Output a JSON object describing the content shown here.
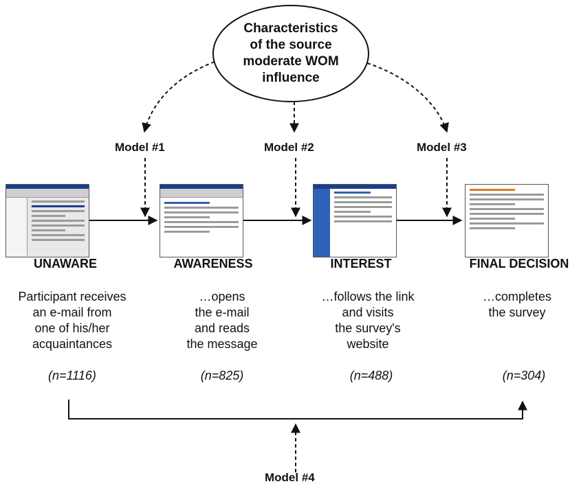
{
  "source_box": {
    "lines": [
      "Characteristics",
      "of the source",
      "moderate WOM",
      "influence"
    ]
  },
  "models": {
    "m1": "Model #1",
    "m2": "Model #2",
    "m3": "Model #3",
    "m4": "Model #4"
  },
  "stages": [
    {
      "name": "UNAWARE",
      "desc": [
        "Participant receives",
        "an e-mail from",
        "one of his/her",
        "acquaintances"
      ],
      "n": "(n=1116)",
      "screenshot": "email-inbox-screenshot"
    },
    {
      "name": "AWARENESS",
      "desc": [
        "…opens",
        "the e-mail",
        "and reads",
        "the message"
      ],
      "n": "(n=825)",
      "screenshot": "email-message-screenshot"
    },
    {
      "name": "INTEREST",
      "desc": [
        "…follows the link",
        "and visits",
        "the survey's",
        "website"
      ],
      "n": "(n=488)",
      "screenshot": "survey-website-screenshot"
    },
    {
      "name": "FINAL DECISION",
      "desc": [
        "…completes",
        "the survey"
      ],
      "n": "(n=304)",
      "screenshot": "survey-form-screenshot"
    }
  ]
}
